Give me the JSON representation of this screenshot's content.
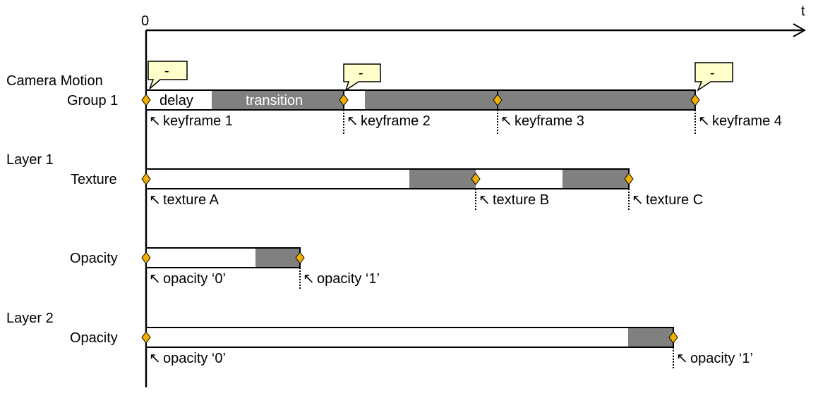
{
  "axis": {
    "origin_label": "0",
    "end_label": "t"
  },
  "colors": {
    "line": "#000000",
    "bar_fill": "#ffffff",
    "transition_fill": "#808080",
    "keyframe_marker": "#f0b000",
    "callout_fill": "#ffffcc"
  },
  "rows": [
    {
      "id": "camera",
      "group_label": "Camera Motion",
      "track_label": "Group 1",
      "segment_labels": {
        "delay": "delay",
        "transition": "transition"
      },
      "callout_text": "-",
      "keyframe_labels": [
        "keyframe 1",
        "keyframe 2",
        "keyframe 3",
        "keyframe 4"
      ]
    },
    {
      "id": "layer1-texture",
      "group_label": "Layer 1",
      "track_label": "Texture",
      "keyframe_labels": [
        "texture A",
        "texture B",
        "texture C"
      ]
    },
    {
      "id": "layer1-opacity",
      "track_label": "Opacity",
      "keyframe_labels": [
        "opacity ‘0’",
        "opacity ‘1’"
      ]
    },
    {
      "id": "layer2-opacity",
      "group_label": "Layer 2",
      "track_label": "Opacity",
      "keyframe_labels": [
        "opacity ‘0’",
        "opacity ‘1’"
      ]
    }
  ]
}
